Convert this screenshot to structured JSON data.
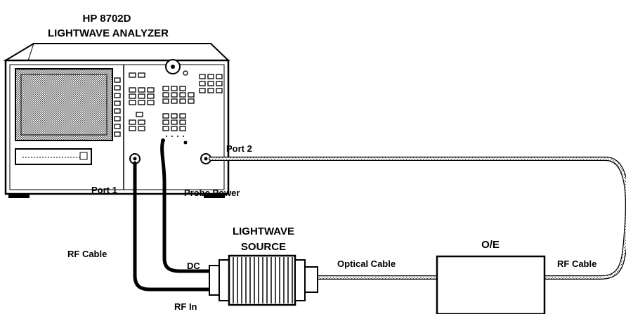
{
  "analyzer": {
    "title_line1": "HP 8702D",
    "title_line2": "LIGHTWAVE ANALYZER"
  },
  "labels": {
    "port2": "Port 2",
    "port1": "Port 1",
    "probe_power": "Probe Power",
    "rf_cable_left": "RF Cable",
    "dc": "DC",
    "rf_in": "RF In",
    "optical_cable": "Optical Cable",
    "rf_cable_right": "RF Cable"
  },
  "source": {
    "title_line1": "LIGHTWAVE",
    "title_line2": "SOURCE"
  },
  "oe": {
    "label": "O/E"
  },
  "colors": {
    "ink": "#000000",
    "screen_hatch": "#7a7a7a",
    "paper": "#ffffff"
  }
}
